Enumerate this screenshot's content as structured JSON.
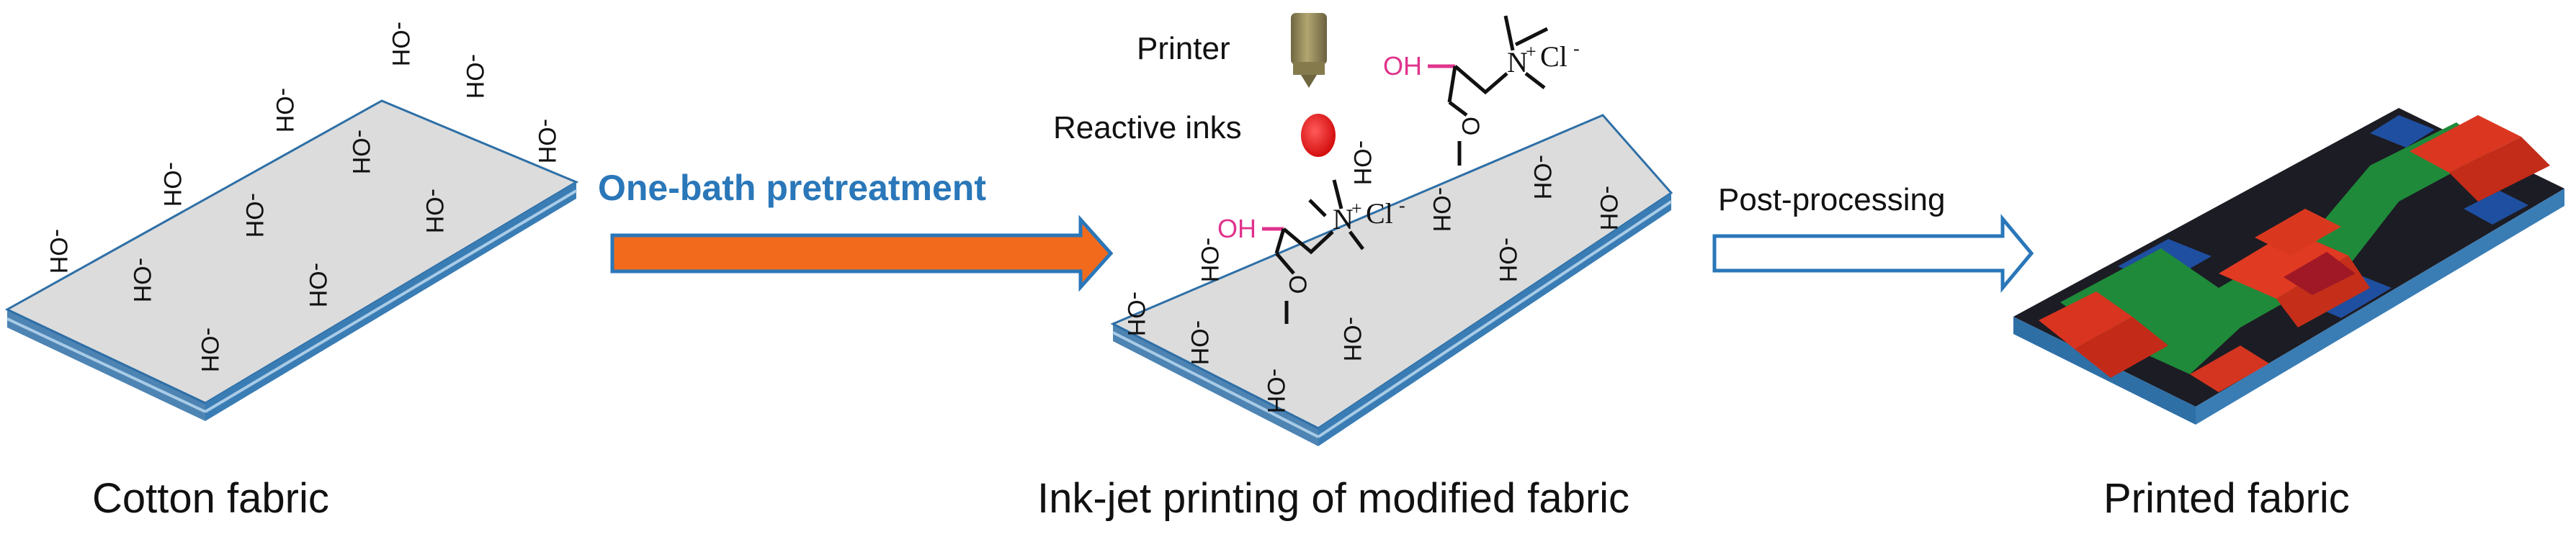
{
  "stages": {
    "cotton": {
      "caption": "Cotton fabric"
    },
    "modified": {
      "caption": "Ink-jet printing of modified fabric"
    },
    "printed": {
      "caption": "Printed fabric"
    }
  },
  "steps": {
    "pretreatment": "One-bath pretreatment",
    "post": "Post-processing"
  },
  "printer": {
    "label": "Printer",
    "ink_label": "Reactive inks"
  },
  "groups": {
    "hydroxyl": "-OH",
    "oh": "OH",
    "nitrogen": "N",
    "plus": "+",
    "chloride": "Cl",
    "minus": "-",
    "oxygen": "O"
  },
  "colors": {
    "fabric_top": "#dcdcdc",
    "fabric_edge": "#2e6fa6",
    "arrow_fill": "#f26b1d",
    "arrow_outline": "#2a77b9",
    "step_text": "#2a77b9",
    "pink": "#e0338c",
    "printer": "#9b8f5a",
    "ink_drop": "#ee1c1c"
  }
}
